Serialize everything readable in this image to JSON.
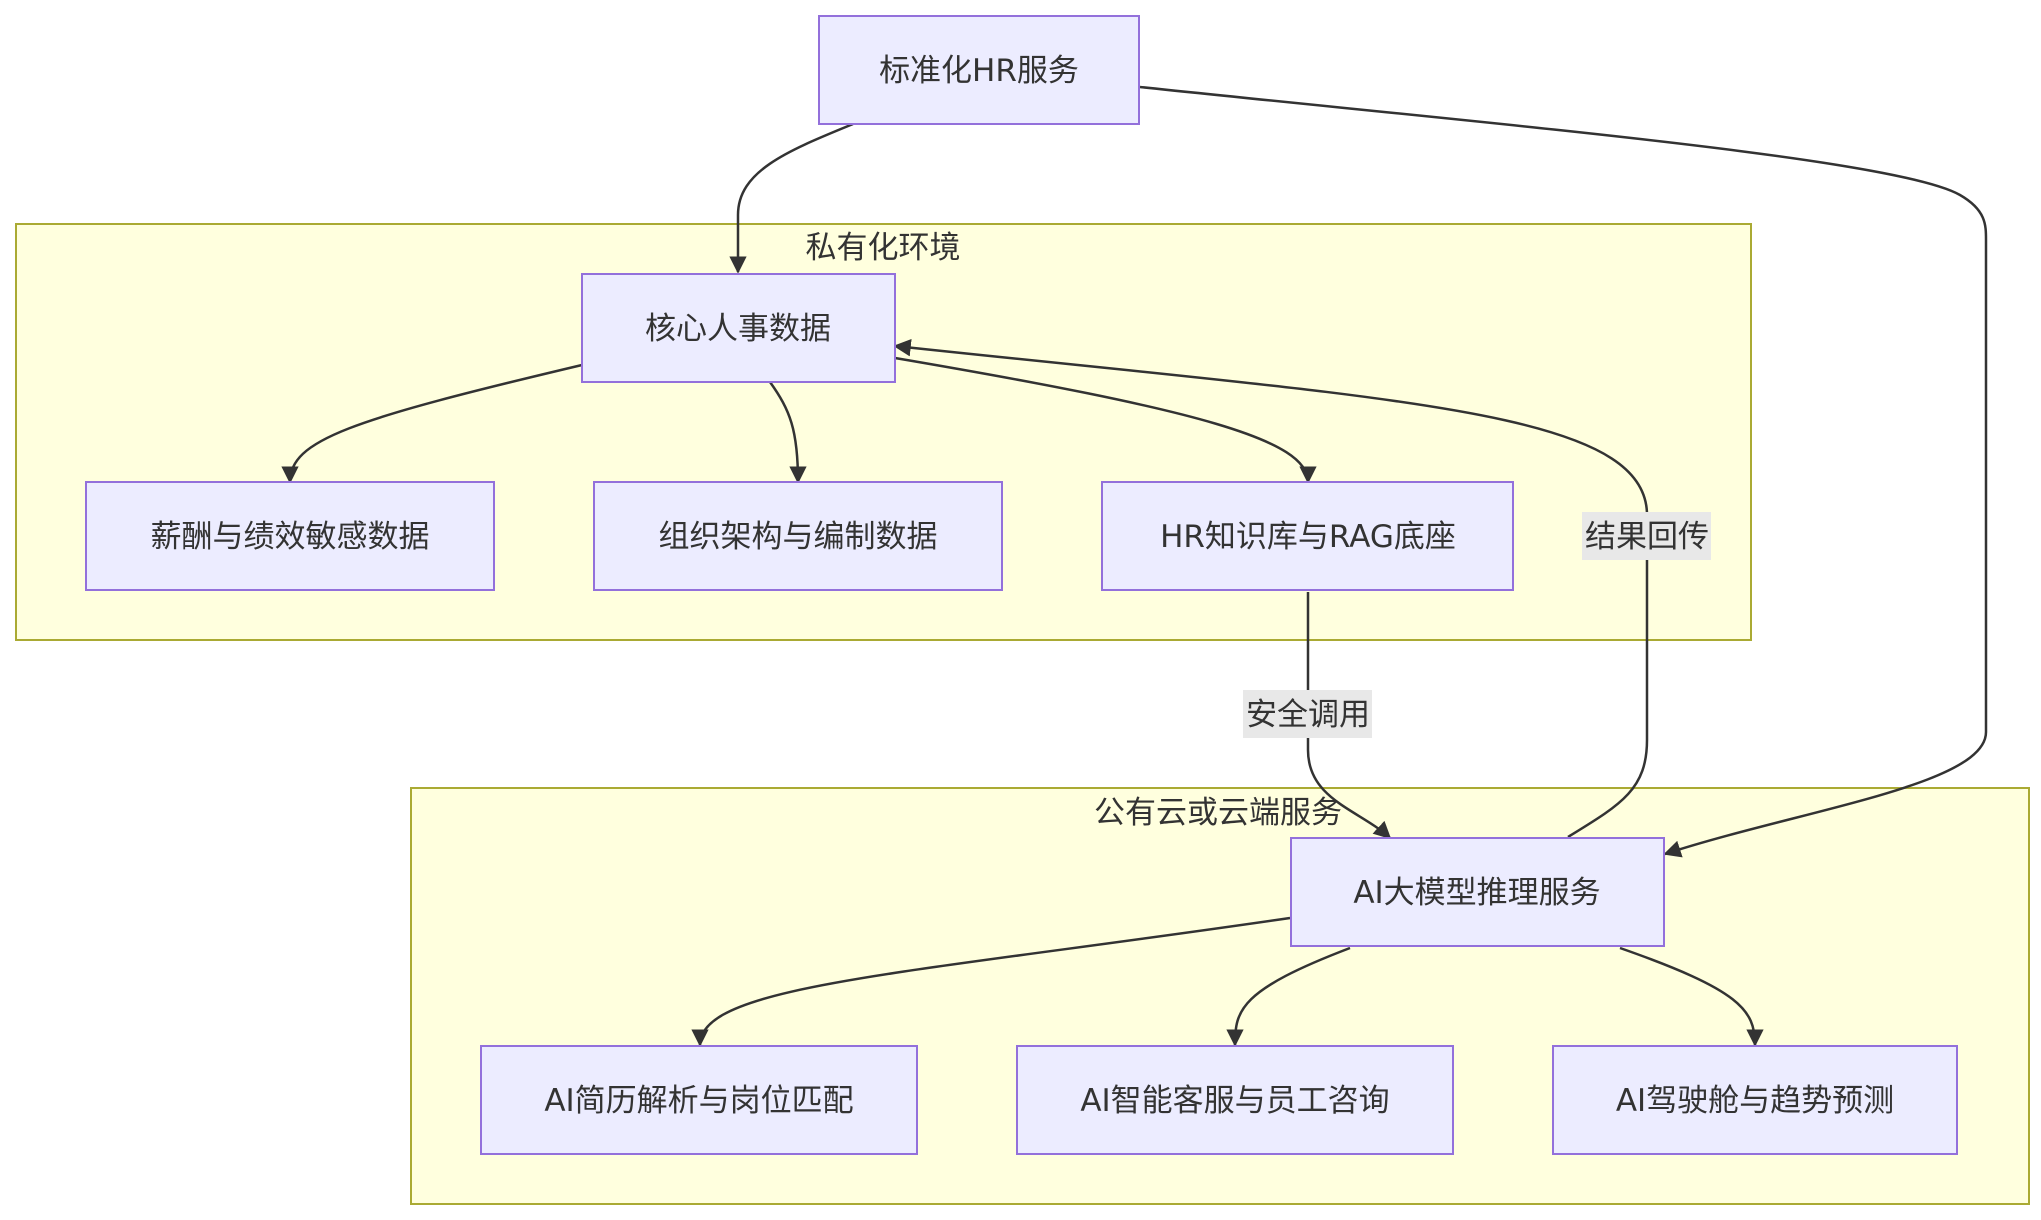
{
  "colors": {
    "node_fill": "#ECECFF",
    "node_stroke": "#9370DB",
    "cluster_fill": "#FFFFDE",
    "cluster_stroke": "#AAAA33",
    "edge": "#333333",
    "edge_label_bg": "#E8E8E8"
  },
  "clusters": {
    "private": {
      "title": "私有化环境"
    },
    "cloud": {
      "title": "公有云或云端服务"
    }
  },
  "nodes": {
    "std_hr": {
      "label": "标准化HR服务"
    },
    "core": {
      "label": "核心人事数据"
    },
    "salary": {
      "label": "薪酬与绩效敏感数据"
    },
    "org": {
      "label": "组织架构与编制数据"
    },
    "kb": {
      "label": "HR知识库与RAG底座"
    },
    "ai": {
      "label": "AI大模型推理服务"
    },
    "resume": {
      "label": "AI简历解析与岗位匹配"
    },
    "service": {
      "label": "AI智能客服与员工咨询"
    },
    "cockpit": {
      "label": "AI驾驶舱与趋势预测"
    }
  },
  "edge_labels": {
    "secure_call": "安全调用",
    "result_return": "结果回传"
  }
}
